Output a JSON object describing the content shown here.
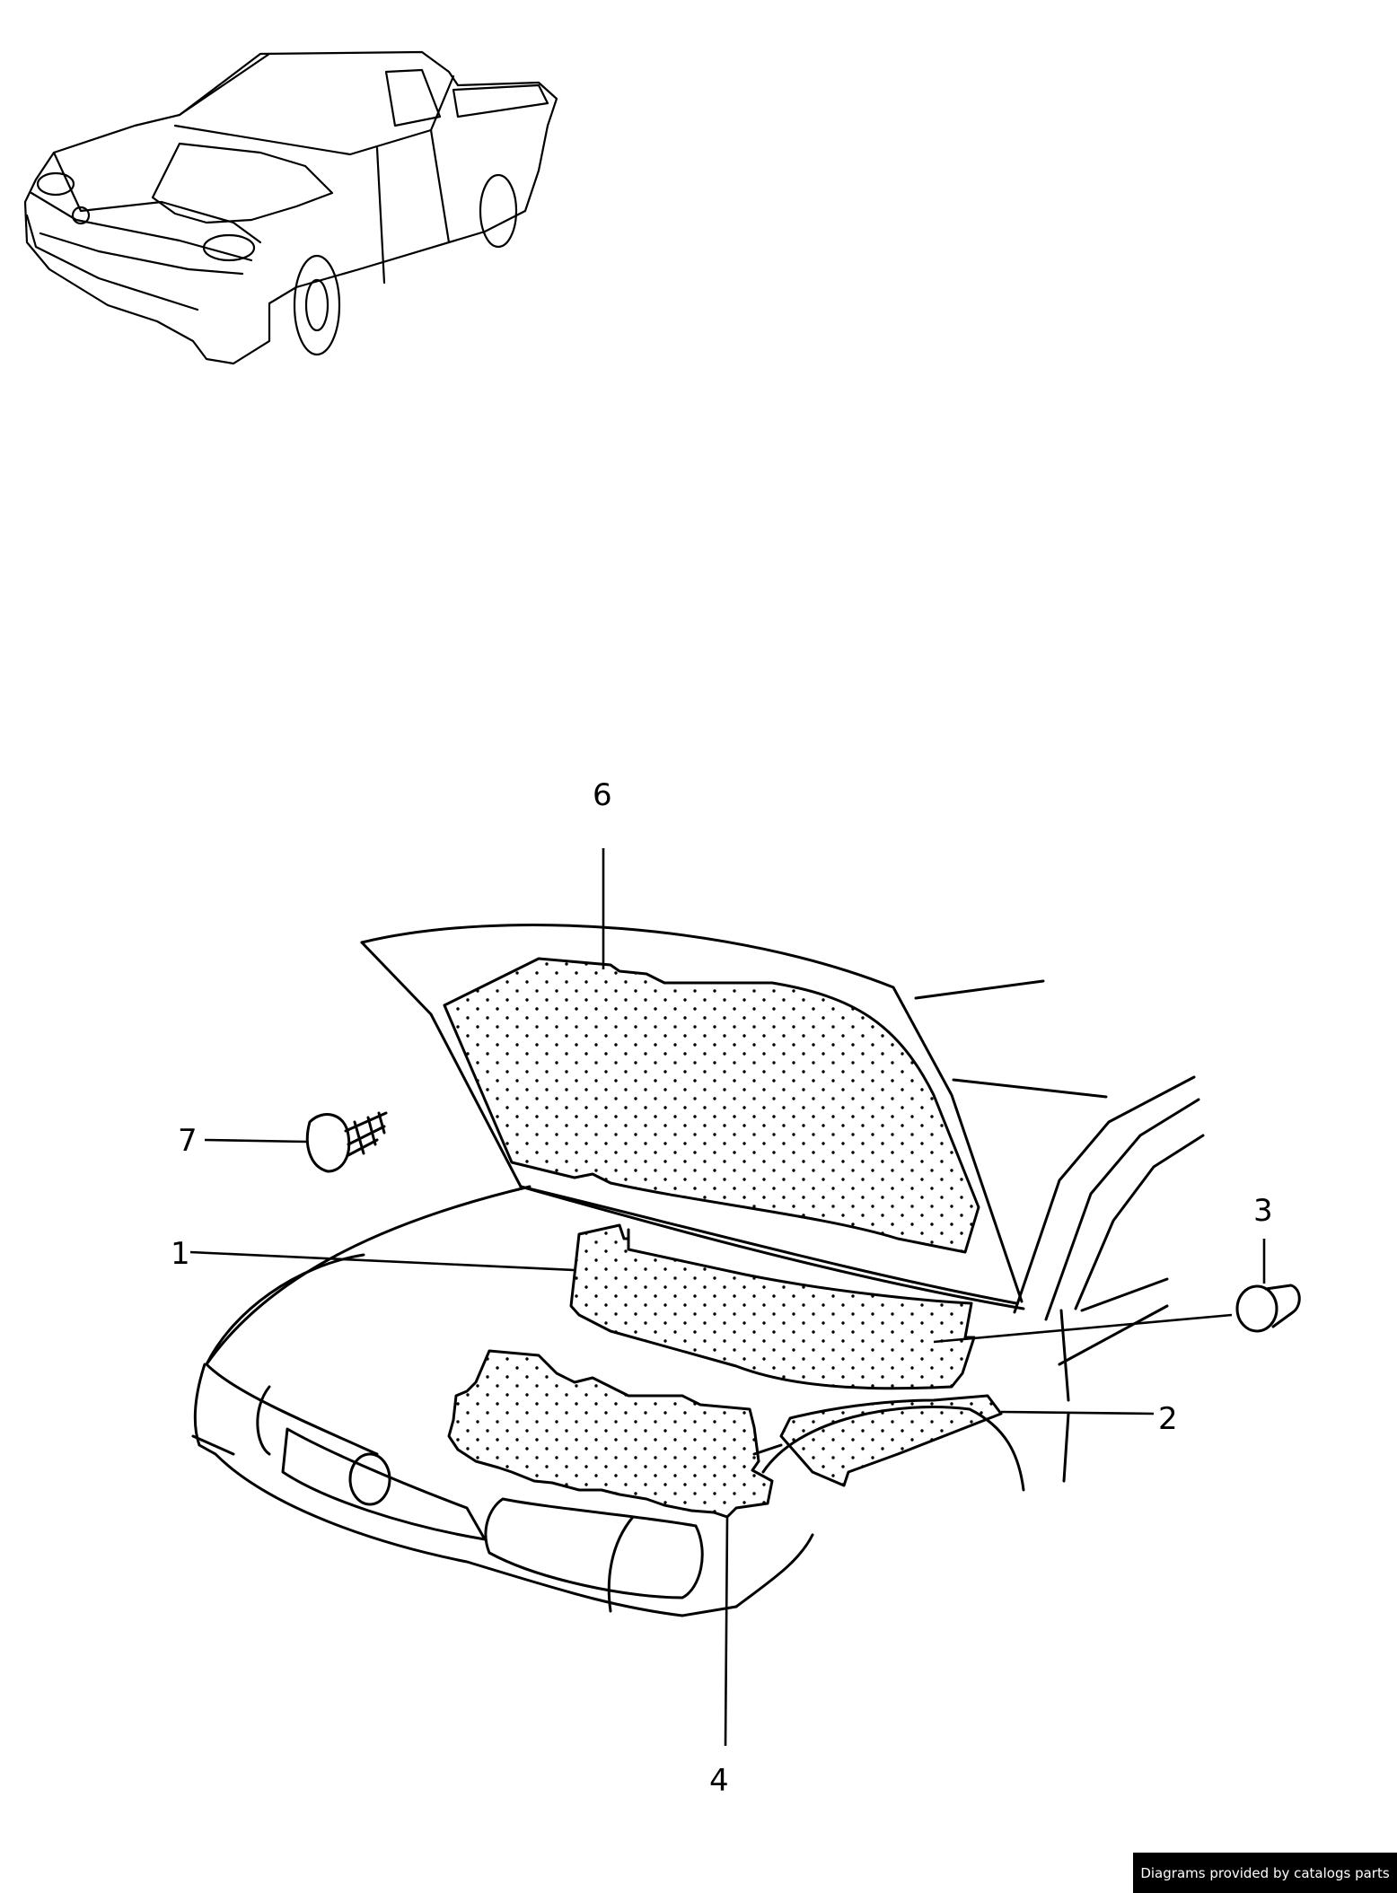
{
  "callouts": [
    {
      "id": "1",
      "label": "1"
    },
    {
      "id": "2",
      "label": "2"
    },
    {
      "id": "3",
      "label": "3"
    },
    {
      "id": "4",
      "label": "4"
    },
    {
      "id": "6",
      "label": "6"
    },
    {
      "id": "7",
      "label": "7"
    }
  ],
  "credit": "Diagrams provided by catalogs parts",
  "colors": {
    "line": "#000000",
    "background": "#ffffff",
    "credit_bg": "#000000",
    "credit_text": "#ffffff"
  }
}
